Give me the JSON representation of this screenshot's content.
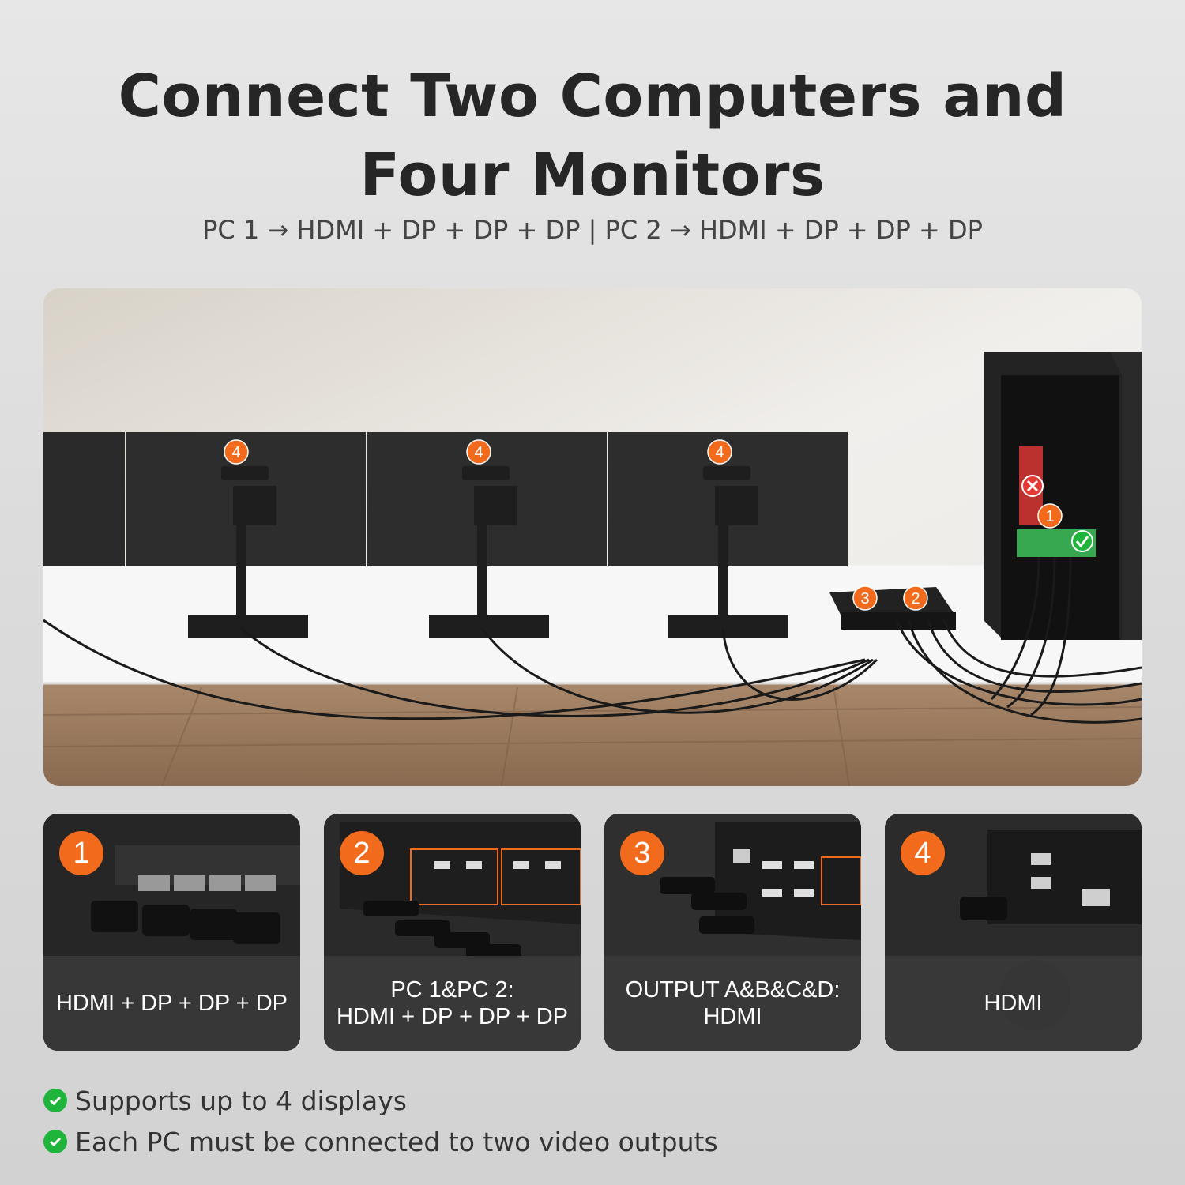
{
  "heading": {
    "title_line1": "Connect Two Computers and",
    "title_line2": "Four Monitors",
    "subtitle": "PC 1 → HDMI + DP + DP + DP  |  PC 2 → HDMI + DP + DP + DP"
  },
  "hero": {
    "markers": [
      "4",
      "4",
      "4",
      "3",
      "2",
      "1"
    ]
  },
  "cards": [
    {
      "number": "1",
      "caption": "HDMI + DP + DP + DP"
    },
    {
      "number": "2",
      "caption": "PC 1&PC 2:\nHDMI + DP + DP + DP"
    },
    {
      "number": "3",
      "caption": "OUTPUT A&B&C&D:\nHDMI"
    },
    {
      "number": "4",
      "caption": "HDMI"
    }
  ],
  "bullets": [
    "Supports up to 4 displays",
    "Each PC must be connected to two video outputs"
  ],
  "colors": {
    "accent": "#f26a1b",
    "check": "#1fb43c",
    "cross": "#e53935"
  }
}
